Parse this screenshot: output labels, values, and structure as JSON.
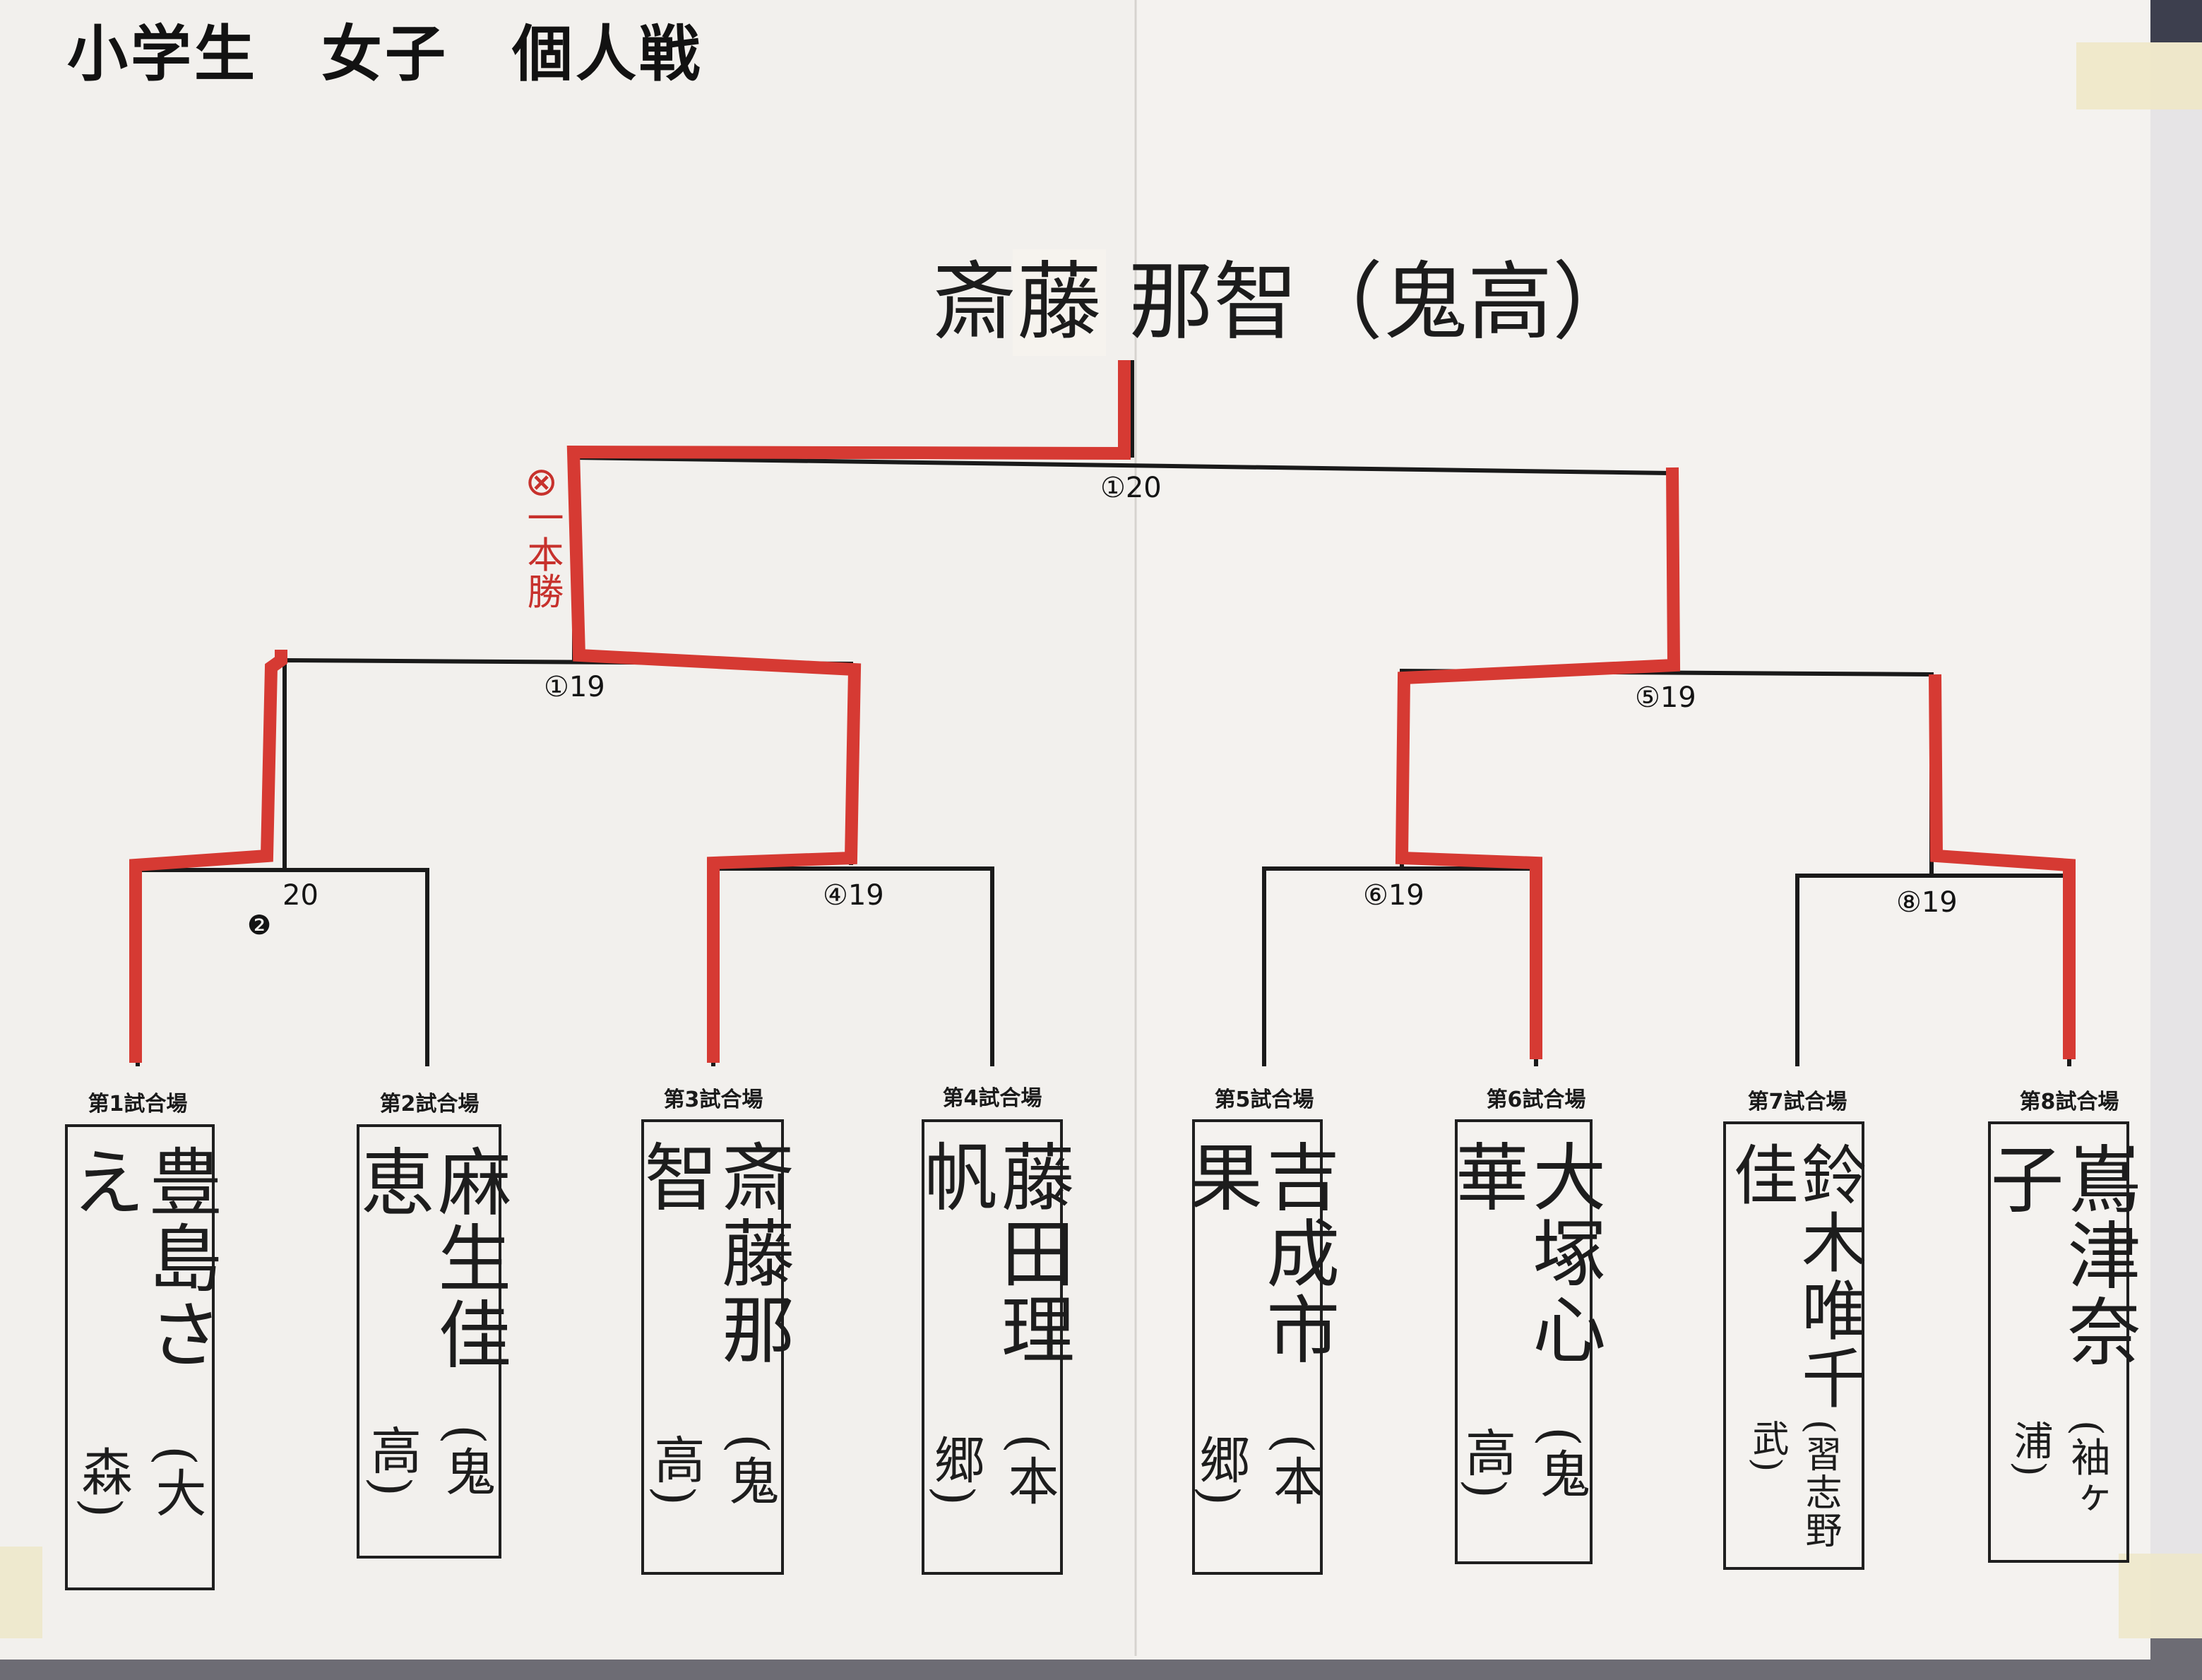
{
  "colors": {
    "paper": "#f3f1ee",
    "ink": "#1c1c1c",
    "winner_red": "#d63a33",
    "tape": "#efe7c4",
    "background": "#e6e4e6"
  },
  "title": "小学生　女子　個人戦",
  "champion": {
    "surname": "斎",
    "surname_sticker": "藤",
    "given_and_school": " 那智（鬼高）"
  },
  "annotation": {
    "mark": "⊗",
    "text": "一本勝"
  },
  "matches": {
    "final": "①20",
    "semi_left": "①19",
    "semi_right": "⑤19",
    "qf_1": "20",
    "qf_1_extra": "❷",
    "qf_2": "④19",
    "qf_3": "⑥19",
    "qf_4": "⑧19"
  },
  "entrants": [
    {
      "venue": "第1試合場",
      "name": "豊島さえ",
      "school": "大森"
    },
    {
      "venue": "第2試合場",
      "name": "麻生佳恵",
      "school": "鬼高"
    },
    {
      "venue": "第3試合場",
      "name": "斎藤那智",
      "school": "鬼高"
    },
    {
      "venue": "第4試合場",
      "name": "藤田理帆",
      "school": "本郷"
    },
    {
      "venue": "第5試合場",
      "name": "吉成市果",
      "school": "本郷"
    },
    {
      "venue": "第6試合場",
      "name": "大塚心華",
      "school": "鬼高"
    },
    {
      "venue": "第7試合場",
      "name": "鈴木唯千佳",
      "school": "習志野武"
    },
    {
      "venue": "第8試合場",
      "name": "嶌津奈子",
      "school": "袖ヶ浦"
    }
  ]
}
